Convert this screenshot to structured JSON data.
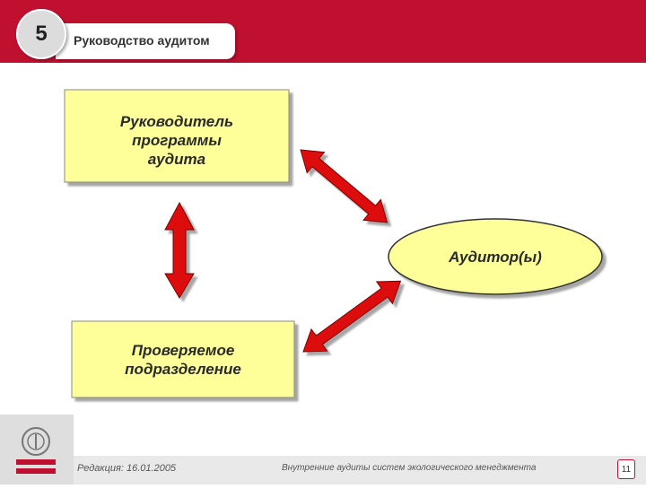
{
  "header": {
    "section_number": "5",
    "title": "Руководство аудитом"
  },
  "nodes": {
    "manager": {
      "lines": [
        "Руководитель",
        "программы",
        "аудита"
      ]
    },
    "auditors": {
      "label": "Аудитор(ы)"
    },
    "auditee": {
      "lines": [
        "Проверяемое",
        "подразделение"
      ]
    }
  },
  "footer": {
    "edition": "Редакция: 16.01.2005",
    "doc_title": "Внутренние аудиты систем экологического менеджмента",
    "page": "11"
  },
  "colors": {
    "brand_red": "#c0102f",
    "box_fill": "#ffff99",
    "arrow_red": "#dd1111"
  }
}
